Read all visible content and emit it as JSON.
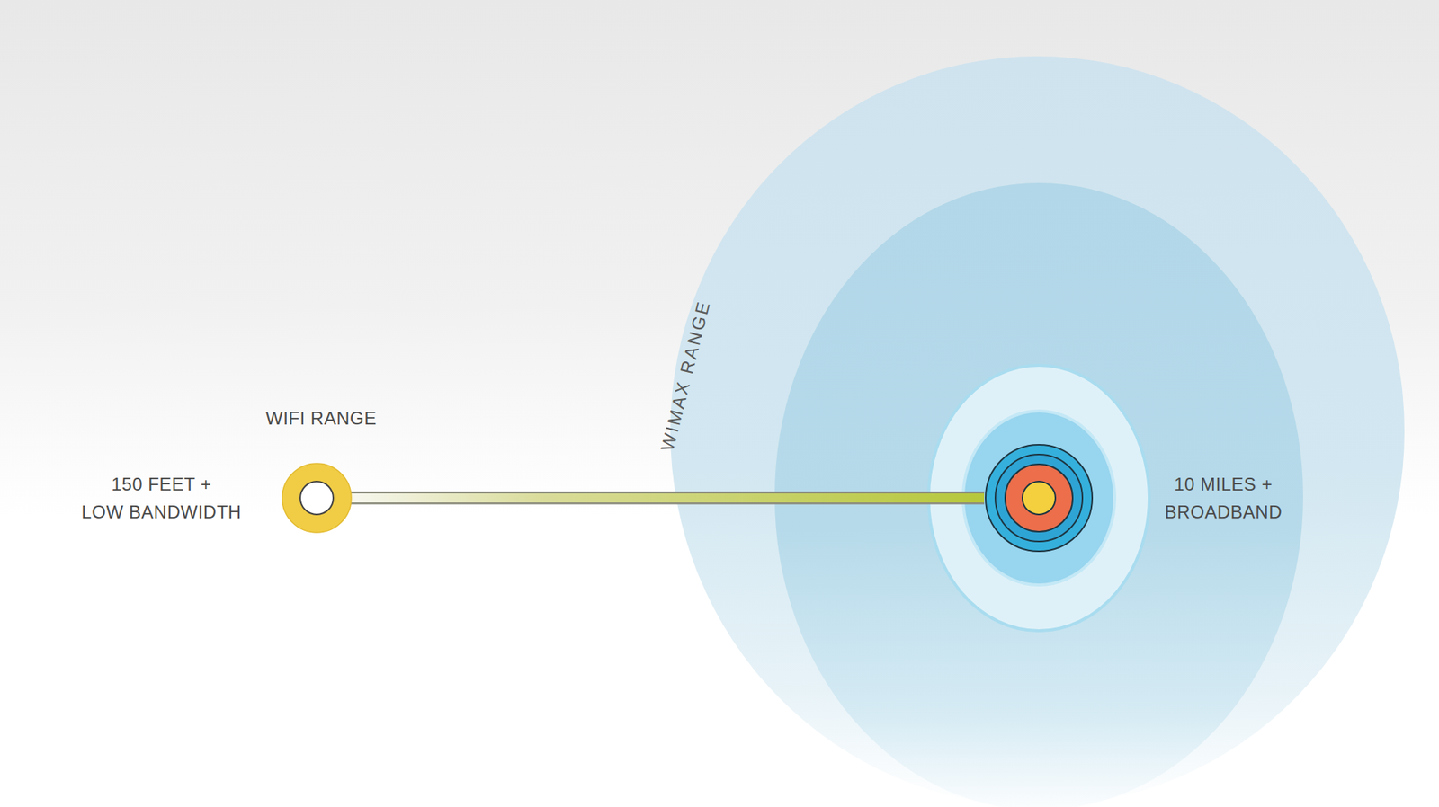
{
  "diagram": {
    "nodes": [
      {
        "text": [
          "WIFI RANGE",
          "150 FEET + LOW BANDWIDTH"
        ]
      },
      {
        "text": [
          "WIMAX RANGE"
        ]
      },
      {
        "text": [
          "10 MILES + BROADBAND"
        ],
        "in": 1
      }
    ],
    "edges": [
      {
        "from": 0,
        "to": 2,
        "arrow": "none"
      }
    ]
  }
}
